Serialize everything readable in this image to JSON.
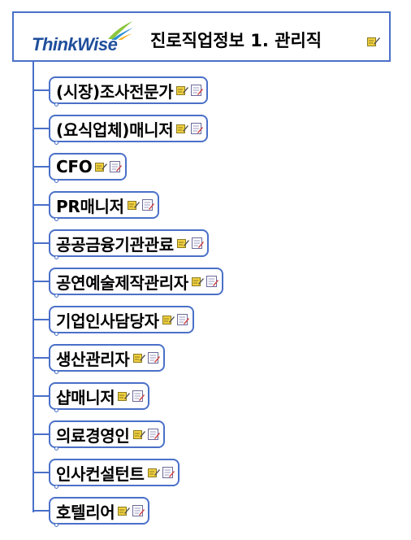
{
  "root": {
    "logo_text": "ThinkWise",
    "title": "진로직업정보 1. 관리직"
  },
  "colors": {
    "border": "#4a70c8",
    "logo_text": "#1f4e9c",
    "swoosh_green": "#8cc63f",
    "swoosh_blue": "#2a8fd6",
    "note_yellow": "#f0d040"
  },
  "nodes": [
    {
      "label": "(시장)조사전문가"
    },
    {
      "label": "(요식업체)매니저"
    },
    {
      "label": "CFO"
    },
    {
      "label": "PR매니저"
    },
    {
      "label": "공공금융기관관료"
    },
    {
      "label": "공연예술제작관리자"
    },
    {
      "label": "기업인사담당자"
    },
    {
      "label": "생산관리자"
    },
    {
      "label": "샵매니저"
    },
    {
      "label": "의료경영인"
    },
    {
      "label": "인사컨설턴트"
    },
    {
      "label": "호텔리어"
    }
  ]
}
